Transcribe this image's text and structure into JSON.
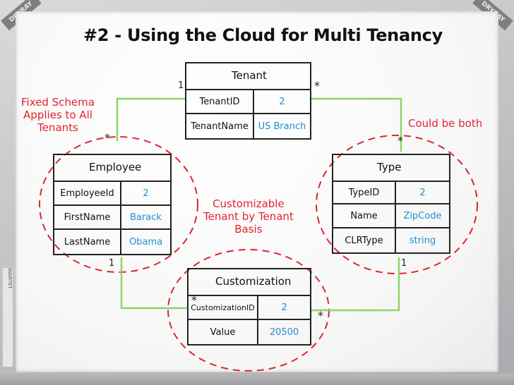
{
  "title": "#2 - Using the Cloud for Multi Tenancy",
  "notes": {
    "fixed_schema": [
      "Fixed Schema",
      "Applies to All",
      "Tenants"
    ],
    "could_be_both": "Could be both",
    "customizable": [
      "Customizable",
      "Tenant by Tenant",
      "Basis"
    ]
  },
  "entities": {
    "tenant": {
      "name": "Tenant",
      "rows": [
        {
          "field": "TenantID",
          "value": "2"
        },
        {
          "field": "TenantName",
          "value": "US Branch"
        }
      ]
    },
    "employee": {
      "name": "Employee",
      "rows": [
        {
          "field": "EmployeeId",
          "value": "2"
        },
        {
          "field": "FirstName",
          "value": "Barack"
        },
        {
          "field": "LastName",
          "value": "Obama"
        }
      ]
    },
    "type": {
      "name": "Type",
      "rows": [
        {
          "field": "TypeID",
          "value": "2"
        },
        {
          "field": "Name",
          "value": "ZipCode"
        },
        {
          "field": "CLRType",
          "value": "string"
        }
      ]
    },
    "customization": {
      "name": "Customization",
      "rows": [
        {
          "field": "CustomizationID",
          "value": "2"
        },
        {
          "field": "Value",
          "value": "20500"
        }
      ]
    }
  },
  "multiplicity": {
    "one": "1",
    "many": "*"
  },
  "board": {
    "corner_top_left": "DRYRAY",
    "corner_top_right": "DRYRAY",
    "label": "QUARTET"
  },
  "colors": {
    "connector": "#8ed46a",
    "marker": "#e0242e",
    "value_text": "#1e90d0"
  }
}
